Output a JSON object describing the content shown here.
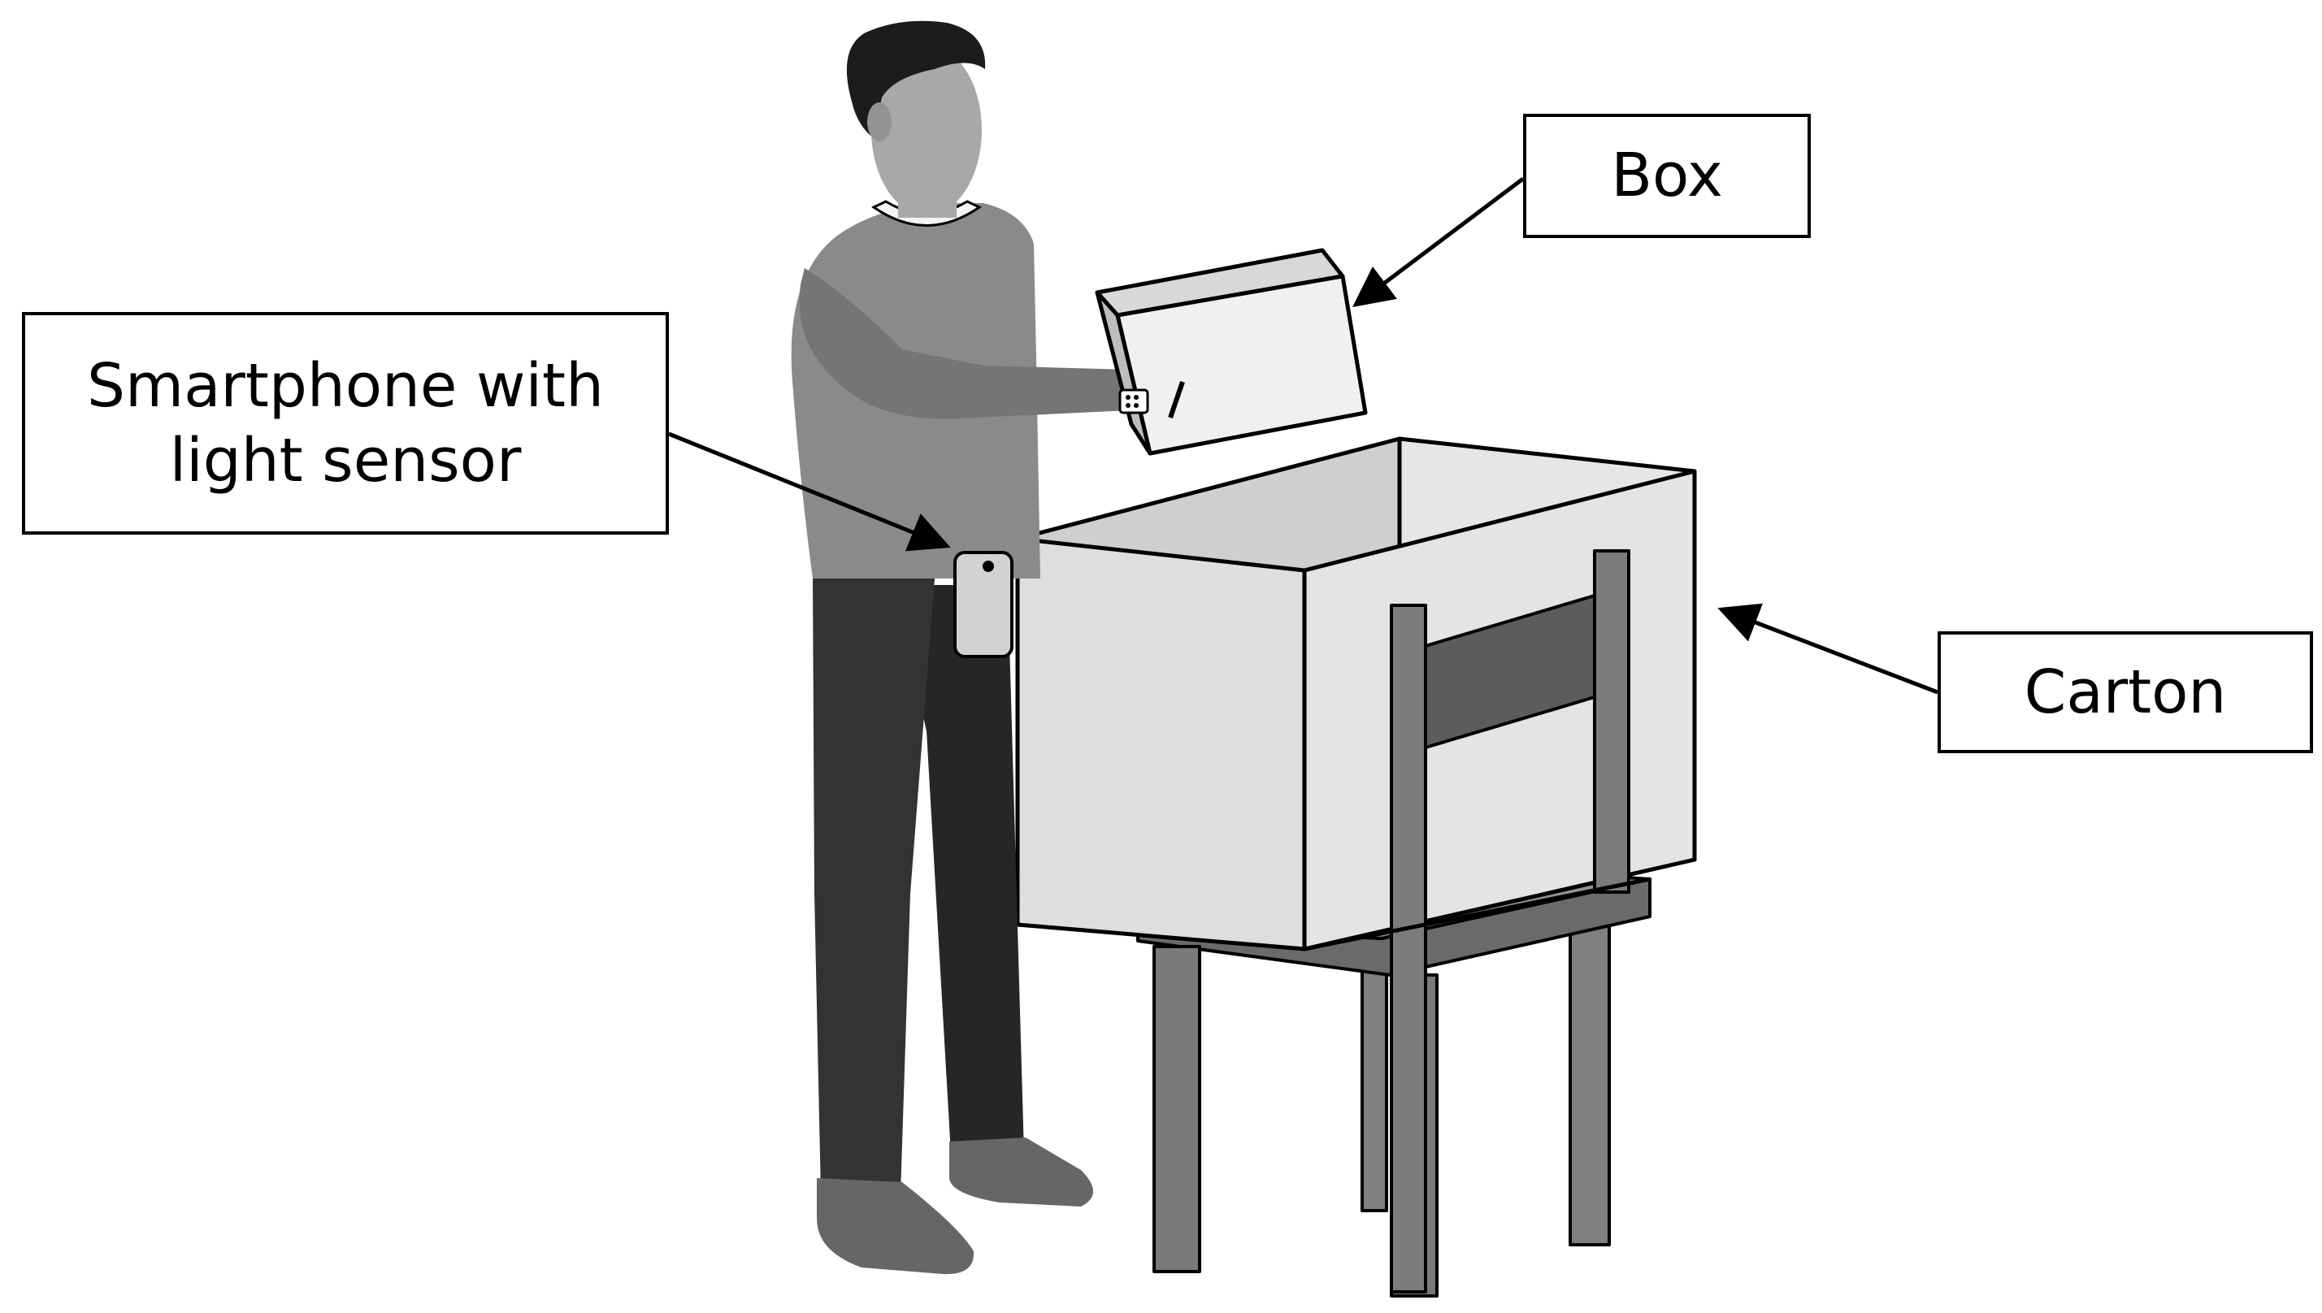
{
  "labels": {
    "box": "Box",
    "smartphone": "Smartphone with light sensor",
    "carton": "Carton"
  },
  "colors": {
    "outline": "#000000",
    "background": "#ffffff",
    "hair": "#1c1c1c",
    "skin": "#a6a6a6",
    "shirt": "#8c8c8c",
    "pants": "#2e2e2e",
    "carton_face": "#e0e0e0",
    "carton_inner": "#ececec",
    "stand": "#808080",
    "stand_dark": "#555555"
  }
}
